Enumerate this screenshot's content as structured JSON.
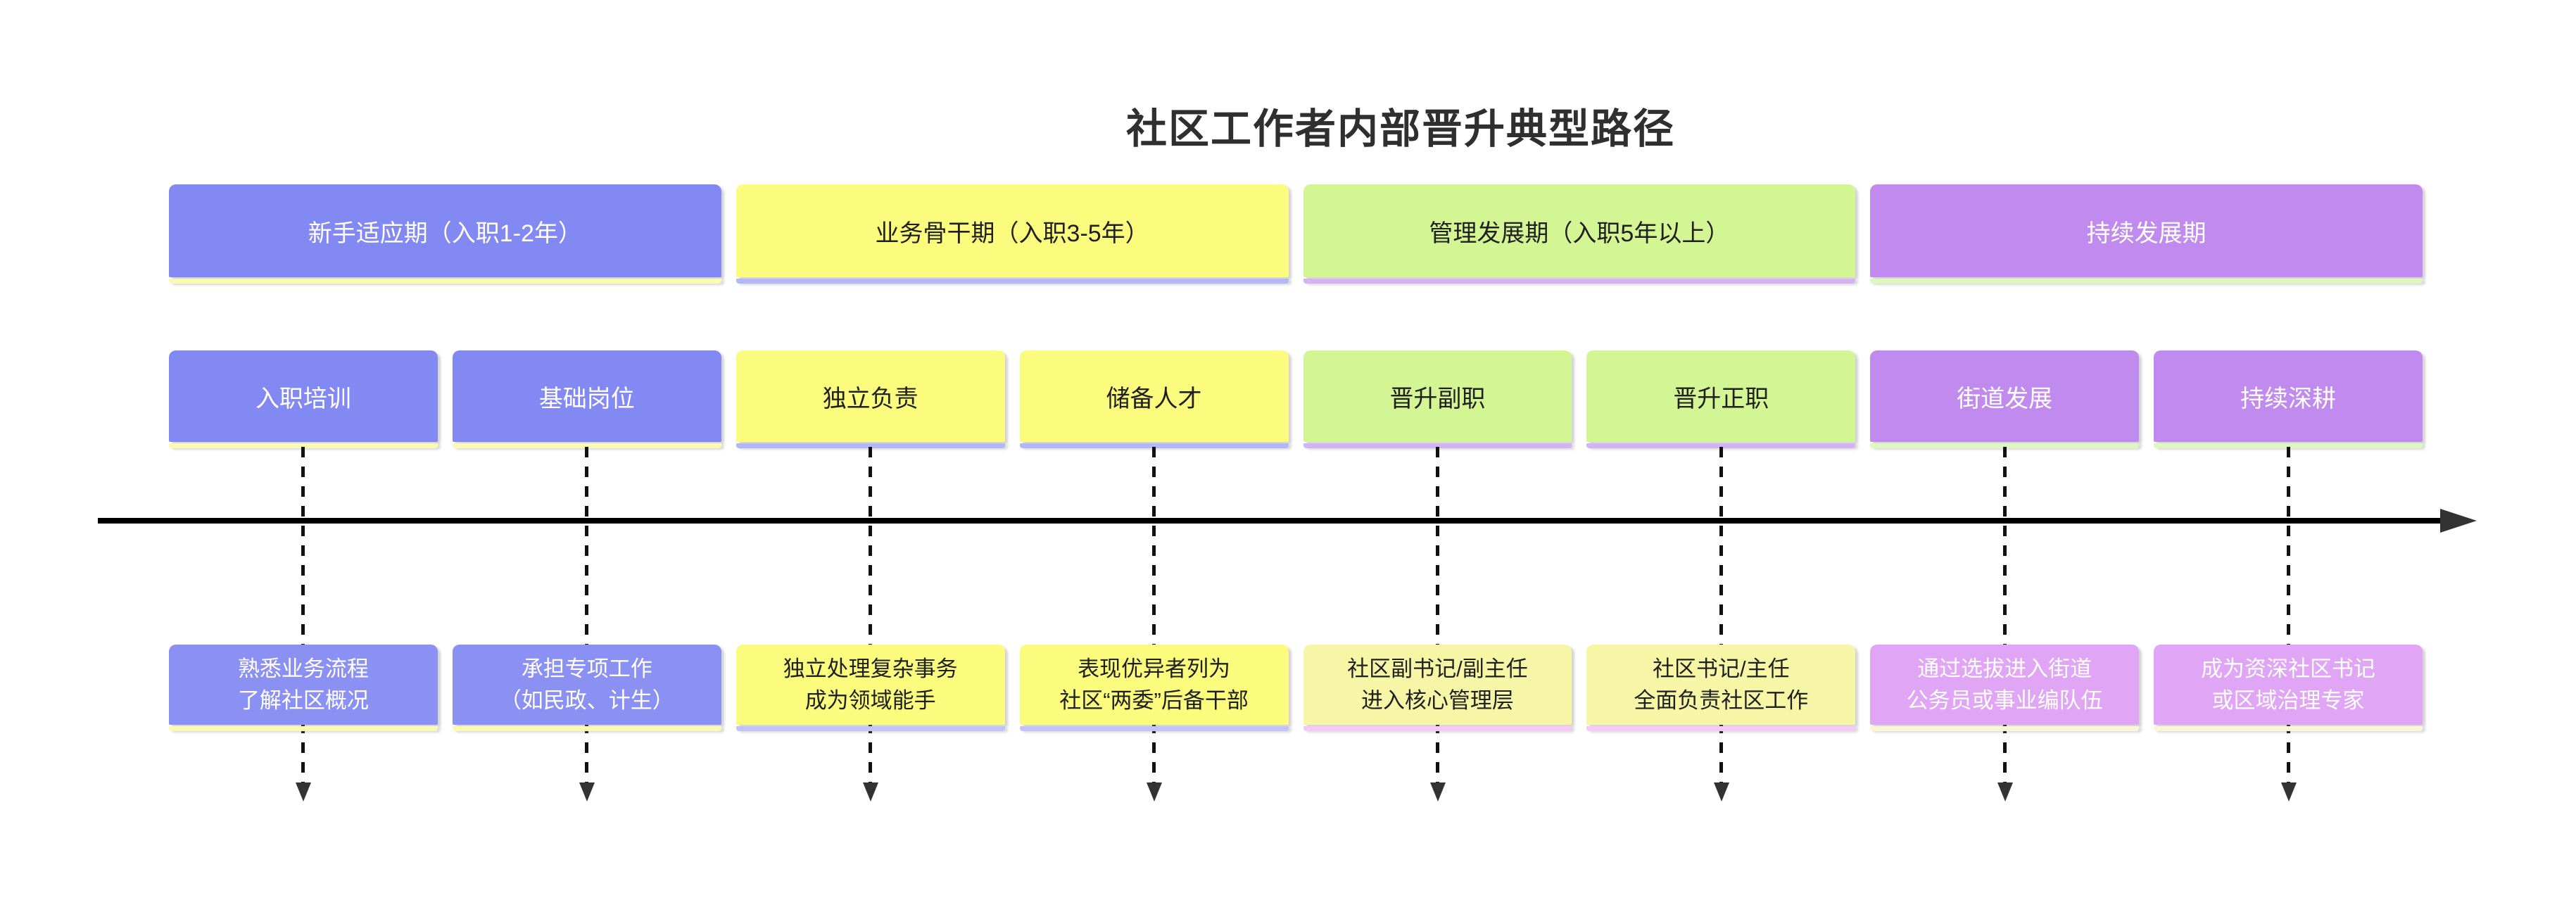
{
  "title": "社区工作者内部晋升典型路径",
  "timeline": {
    "axis_color": "#000000",
    "arrow_color": "#333333",
    "connector_color": "#111111"
  },
  "phases": [
    {
      "label": "新手适应期（入职1-2年）",
      "fill": "#8389f2",
      "strip": "#fbfab4",
      "text_color": "#ffffff"
    },
    {
      "label": "业务骨干期（入职3-5年）",
      "fill": "#fbfb7e",
      "strip": "#b3b7f6",
      "text_color": "#202020"
    },
    {
      "label": "管理发展期（入职5年以上）",
      "fill": "#d3f593",
      "strip": "#d4b2f4",
      "text_color": "#202020"
    },
    {
      "label": "持续发展期",
      "fill": "#c08aee",
      "strip": "#def6bf",
      "text_color": "#ffffff"
    }
  ],
  "stages": [
    {
      "label": "入职培训",
      "fill": "#8389f2",
      "strip": "#fbfab4",
      "text_color": "#ffffff",
      "desc_line1": "熟悉业务流程",
      "desc_line2": "了解社区概况",
      "desc_fill": "#8b90f3",
      "desc_strip": "#fbfab4",
      "desc_text_color": "#ffffff"
    },
    {
      "label": "基础岗位",
      "fill": "#8389f2",
      "strip": "#fbfab4",
      "text_color": "#ffffff",
      "desc_line1": "承担专项工作",
      "desc_line2": "（如民政、计生）",
      "desc_fill": "#8b90f3",
      "desc_strip": "#fbfab4",
      "desc_text_color": "#ffffff"
    },
    {
      "label": "独立负责",
      "fill": "#fbfb7e",
      "strip": "#b3b7f6",
      "text_color": "#202020",
      "desc_line1": "独立处理复杂事务",
      "desc_line2": "成为领域能手",
      "desc_fill": "#fbfb7e",
      "desc_strip": "#c0c4f8",
      "desc_text_color": "#202020"
    },
    {
      "label": "储备人才",
      "fill": "#fbfb7e",
      "strip": "#b3b7f6",
      "text_color": "#202020",
      "desc_line1": "表现优异者列为",
      "desc_line2": "社区“两委”后备干部",
      "desc_fill": "#fbfb7e",
      "desc_strip": "#c0c4f8",
      "desc_text_color": "#202020"
    },
    {
      "label": "晋升副职",
      "fill": "#d3f593",
      "strip": "#d4b2f4",
      "text_color": "#202020",
      "desc_line1": "社区副书记/副主任",
      "desc_line2": "进入核心管理层",
      "desc_fill": "#f6f6a6",
      "desc_strip": "#f7c7f5",
      "desc_text_color": "#202020"
    },
    {
      "label": "晋升正职",
      "fill": "#d3f593",
      "strip": "#d4b2f4",
      "text_color": "#202020",
      "desc_line1": "社区书记/主任",
      "desc_line2": "全面负责社区工作",
      "desc_fill": "#f6f6a6",
      "desc_strip": "#f7c7f5",
      "desc_text_color": "#202020"
    },
    {
      "label": "街道发展",
      "fill": "#c08aee",
      "strip": "#def6bf",
      "text_color": "#ffffff",
      "desc_line1": "通过选拔进入街道",
      "desc_line2": "公务员或事业编队伍",
      "desc_fill": "#e0a5f4",
      "desc_strip": "#fbf7d6",
      "desc_text_color": "#ffffff"
    },
    {
      "label": "持续深耕",
      "fill": "#c08aee",
      "strip": "#def6bf",
      "text_color": "#ffffff",
      "desc_line1": "成为资深社区书记",
      "desc_line2": "或区域治理专家",
      "desc_fill": "#e0a5f4",
      "desc_strip": "#fbf7d6",
      "desc_text_color": "#ffffff"
    }
  ]
}
